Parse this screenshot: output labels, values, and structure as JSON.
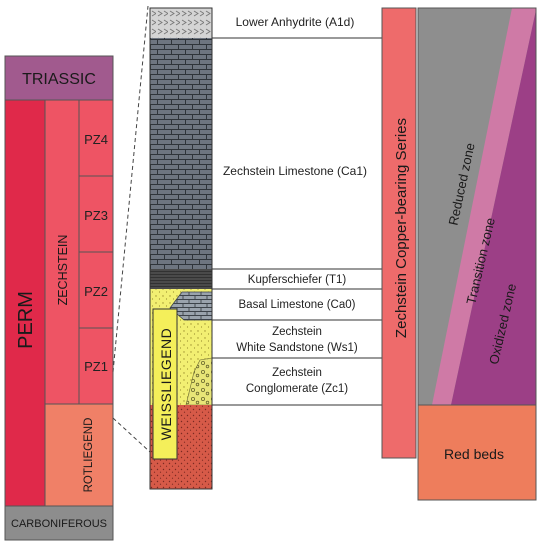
{
  "stratigraphy": {
    "systems": {
      "triassic": "TRIASSIC",
      "perm": "PERM",
      "carboniferous": "CARBONIFEROUS"
    },
    "series": {
      "zechstein": "ZECHSTEIN",
      "rotliegend": "ROTLIEGEND"
    },
    "cycles": [
      "PZ4",
      "PZ3",
      "PZ2",
      "PZ1"
    ]
  },
  "column": {
    "layers": {
      "a1d": "Lower Anhydrite (A1d)",
      "ca1": "Zechstein Limestone (Ca1)",
      "t1": "Kupferschiefer (T1)",
      "ca0": "Basal Limestone (Ca0)",
      "ws1_line1": "Zechstein",
      "ws1_line2": "White Sandstone (Ws1)",
      "zc1_line1": "Zechstein",
      "zc1_line2": "Conglomerate (Zc1)"
    },
    "weissliegend": "WEISSLIEGEND"
  },
  "series_label": "Zechstein Copper-bearing Series",
  "zones": {
    "reduced": "Reduced zone",
    "transition": "Transition zone",
    "oxidized": "Oxidized zone",
    "red_beds": "Red beds"
  },
  "colors": {
    "triassic": "#a15a8e",
    "perm": "#e0294a",
    "zechstein": "#ee5464",
    "rotliegend": "#f08067",
    "carboniferous": "#8d8d8d",
    "limestone": "#6e7580",
    "kupferschiefer": "#4a4a4a",
    "sandstone": "#f2ef72",
    "red_sand": "#d65a48",
    "copper_series": "#ee6b6b",
    "reduced": "#8e8e8e",
    "transition": "#cf7aa6",
    "oxidized": "#9c3f86",
    "red_beds": "#ee7d5c"
  }
}
